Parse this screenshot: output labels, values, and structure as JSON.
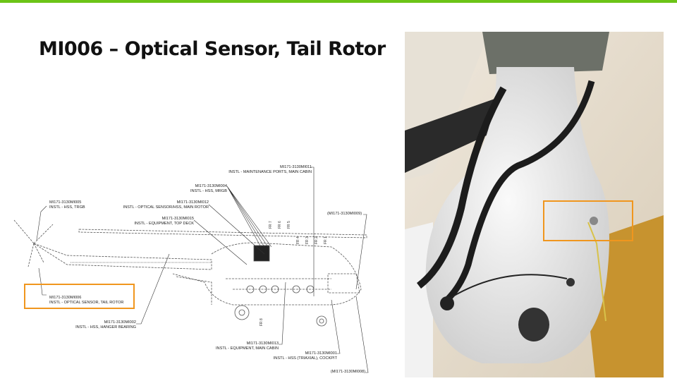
{
  "slide": {
    "title": "MI006 – Optical Sensor, Tail Rotor",
    "accent_color": "#6cc417",
    "highlight_color": "#f0961e"
  },
  "diagram": {
    "callouts": [
      {
        "id": "MI171-3130MI011",
        "desc": "INSTL - MAINTENANCE PORTS, MAIN CABIN"
      },
      {
        "id": "MI171-3130MI004",
        "desc": "INSTL - HSS, MRGB"
      },
      {
        "id": "MI171-3130MI005",
        "desc": "INSTL - HSS, TRGB"
      },
      {
        "id": "MI171-3130MI012",
        "desc": "INSTL - OPTICAL SENSOR/HSS, MAIN ROTOR"
      },
      {
        "id": "MI171-3130MI015",
        "desc": "INSTL - EQUIPMENT, TOP DECK"
      },
      {
        "id": "(MI171-3130MI009)",
        "desc": ""
      },
      {
        "id": "MI171-3130MI006",
        "desc": "INSTL - OPTICAL SENSOR, TAIL ROTOR"
      },
      {
        "id": "MI171-3130MI002",
        "desc": "INSTL - HSS, HANGER BEARING"
      },
      {
        "id": "MI171-3130MI013",
        "desc": "INSTL - EQUIPMENT, MAIN CABIN"
      },
      {
        "id": "MI171-3130MI001",
        "desc": "INSTL - HSS (TRIAXIAL), COCKPIT"
      },
      {
        "id": "(MI171-3130MI008)",
        "desc": ""
      }
    ],
    "frame_labels": [
      "FR 7",
      "FR 6",
      "FR 5",
      "FR 4",
      "FR 3",
      "FR 2",
      "FR 1",
      "FR 8"
    ]
  }
}
